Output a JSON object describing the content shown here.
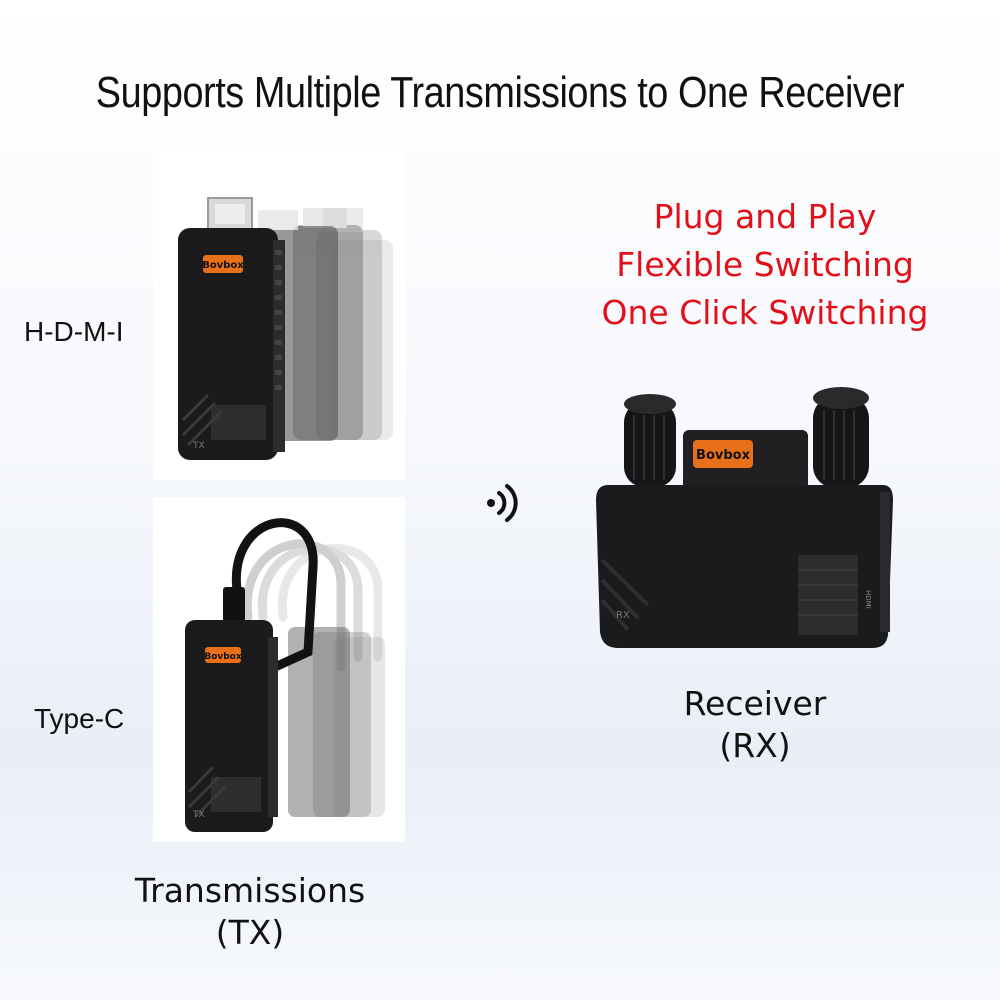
{
  "title": "Supports Multiple Transmissions to One Receiver",
  "features": [
    "Plug and Play",
    "Flexible Switching",
    "One Click Switching"
  ],
  "transmitters": {
    "hdmi_label": "H-D-M-I",
    "typec_label": "Type-C",
    "caption_line1": "Transmissions",
    "caption_line2": "(TX)"
  },
  "receiver": {
    "caption_line1": "Receiver",
    "caption_line2": "(RX)"
  },
  "brand": "Bovbox",
  "device_marks": {
    "tx": "TX",
    "rx": "RX",
    "port": "HDMI"
  },
  "icons": {
    "signal": "wireless-signal-icon"
  },
  "colors": {
    "feature_text": "#e3101a",
    "brand_orange": "#e8701a",
    "device_body": "#1b1b1d"
  }
}
